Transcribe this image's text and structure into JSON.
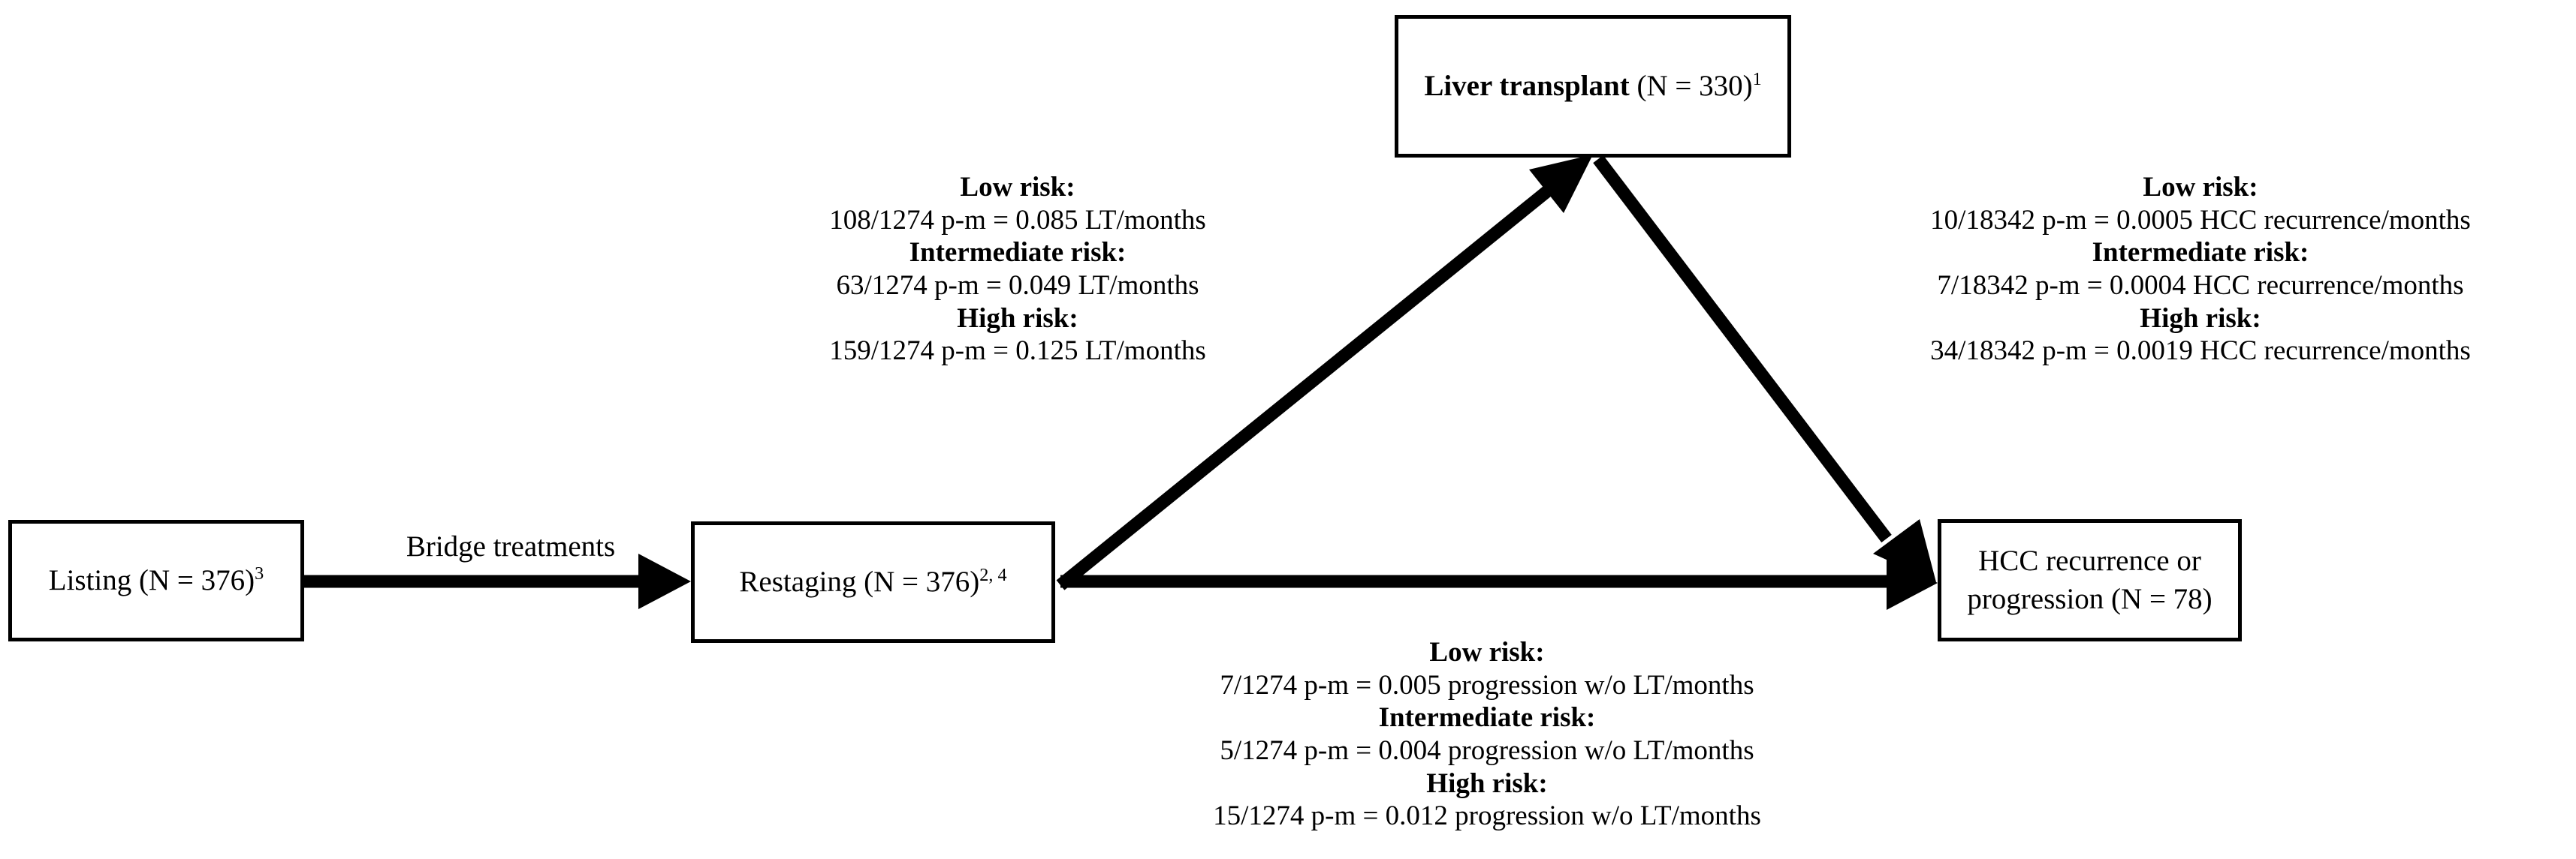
{
  "diagram": {
    "nodes": {
      "listing": {
        "label": "Listing (N = 376)",
        "superscript": "3"
      },
      "restaging": {
        "label": "Restaging (N = 376)",
        "superscript": "2, 4"
      },
      "transplant": {
        "label": "Liver transplant",
        "count": " (N = 330)",
        "superscript": "1"
      },
      "hcc": {
        "line1": "HCC recurrence or",
        "line2": "progression (N = 78)"
      }
    },
    "edges": {
      "bridge": {
        "label": "Bridge treatments"
      },
      "to_transplant": {
        "low_header": "Low risk:",
        "low_value": "108/1274 p-m = 0.085 LT/months",
        "intermediate_header": "Intermediate risk:",
        "intermediate_value": "63/1274 p-m = 0.049 LT/months",
        "high_header": "High risk:",
        "high_value": "159/1274 p-m = 0.125 LT/months"
      },
      "transplant_to_recurrence": {
        "low_header": "Low risk:",
        "low_value": "10/18342 p-m = 0.0005 HCC recurrence/months",
        "intermediate_header": "Intermediate risk:",
        "intermediate_value": "7/18342 p-m = 0.0004 HCC recurrence/months",
        "high_header": "High risk:",
        "high_value": "34/18342 p-m = 0.0019 HCC recurrence/months"
      },
      "restaging_to_progression": {
        "low_header": "Low risk:",
        "low_value": "7/1274 p-m = 0.005 progression w/o LT/months",
        "intermediate_header": "Intermediate risk:",
        "intermediate_value": "5/1274 p-m = 0.004 progression w/o LT/months",
        "high_header": "High risk:",
        "high_value": "15/1274 p-m = 0.012 progression w/o LT/months"
      }
    },
    "colors": {
      "stroke": "#000000",
      "background": "#ffffff",
      "text": "#000000"
    }
  }
}
